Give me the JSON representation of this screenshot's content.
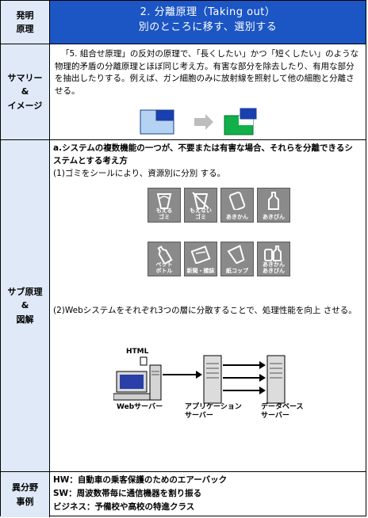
{
  "header": {
    "left_label": "発明\n原理",
    "title_line1": "2. 分離原理（Taking out）",
    "title_line2": "別のところに移す、選別する"
  },
  "summary": {
    "left_label": "サマリー\n&\nイメージ",
    "text": "「5. 組合せ原理」の反対の原理で、「長くしたい」かつ「短くしたい」のような物理的矛盾の分離原理とほぼ同じ考え方。有害な部分を除去したり、有用な部分を抽出したりする。例えば、ガン細胞のみに放射線を照射して他の細胞と分離させる。"
  },
  "sub": {
    "left_label": "サブ原理\n&\n図解",
    "heading": "a.システムの複数機能の一つが、不要または有害な場合、それらを分離できるシステムとする考え方",
    "item1": "(1)ゴミをシールにより、資源別に分別 する。",
    "tiles": [
      {
        "label": "もえる\nゴミ",
        "icon": "burnable-icon"
      },
      {
        "label": "もえない\nゴミ",
        "icon": "nonburnable-icon"
      },
      {
        "label": "あきかん",
        "icon": "can-icon"
      },
      {
        "label": "あきびん",
        "icon": "bottle-icon"
      },
      {
        "label": "ペット\nボトル",
        "icon": "pet-bottle-icon"
      },
      {
        "label": "新聞・雑誌",
        "icon": "newspaper-icon"
      },
      {
        "label": "紙コップ",
        "icon": "paper-cup-icon"
      },
      {
        "label": "あきかん\nあきびん",
        "icon": "can-bottle-icon"
      }
    ],
    "item2": "(2)Webシステムをそれぞれ3つの層に分散することで、処理性能を向上 させる。",
    "diagram": {
      "html_label": "HTML",
      "web_label": "Webサーバー",
      "app_label": "アプリケーション\nサーバー",
      "db_label": "データベース\nサーバー"
    }
  },
  "examples": {
    "left_label": "異分野\n事例",
    "hw": "HW：自動車の乗客保護のためのエアーバック",
    "sw": "SW：周波数帯毎に通信機器を割り振る",
    "biz": "ビジネス：予備校や高校の特進クラス"
  },
  "colors": {
    "accent": "#1c55c4",
    "sidebar": "#dfe9f7"
  }
}
